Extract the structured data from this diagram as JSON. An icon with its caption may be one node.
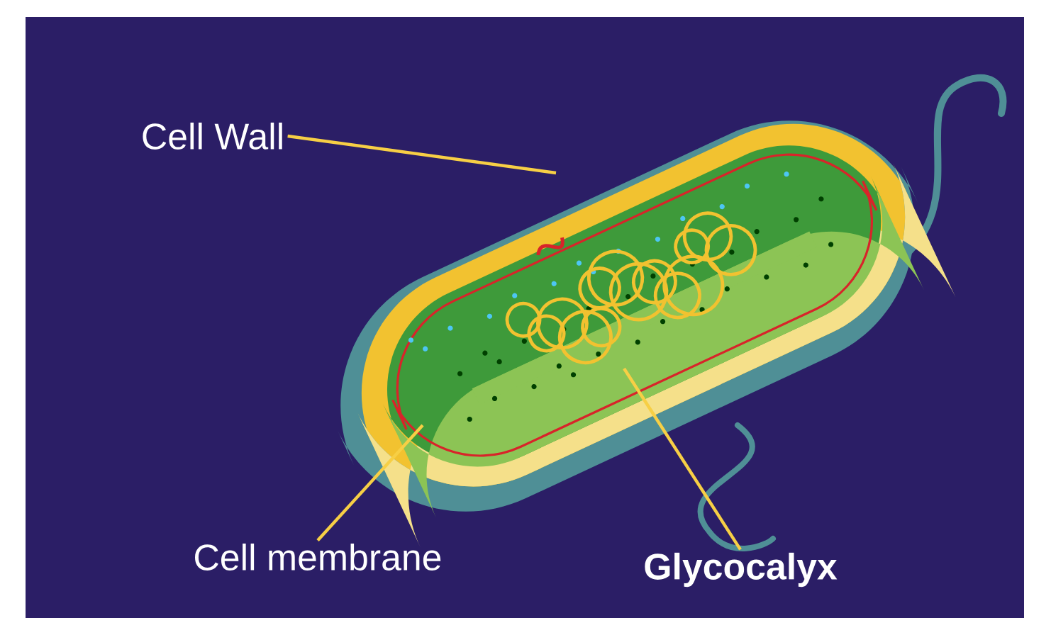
{
  "diagram": {
    "nodes": [
      {
        "text": [
          "Cell Wall"
        ]
      },
      {
        "text": [
          "Cell membrane"
        ]
      },
      {
        "text": [
          "**Glycocalyx**"
        ]
      }
    ],
    "edges": [
      {
        "from": 0,
        "to": null,
        "arrow": "none"
      },
      {
        "from": 1,
        "to": null,
        "arrow": "none"
      },
      {
        "from": 2,
        "to": null,
        "arrow": "none"
      }
    ]
  }
}
